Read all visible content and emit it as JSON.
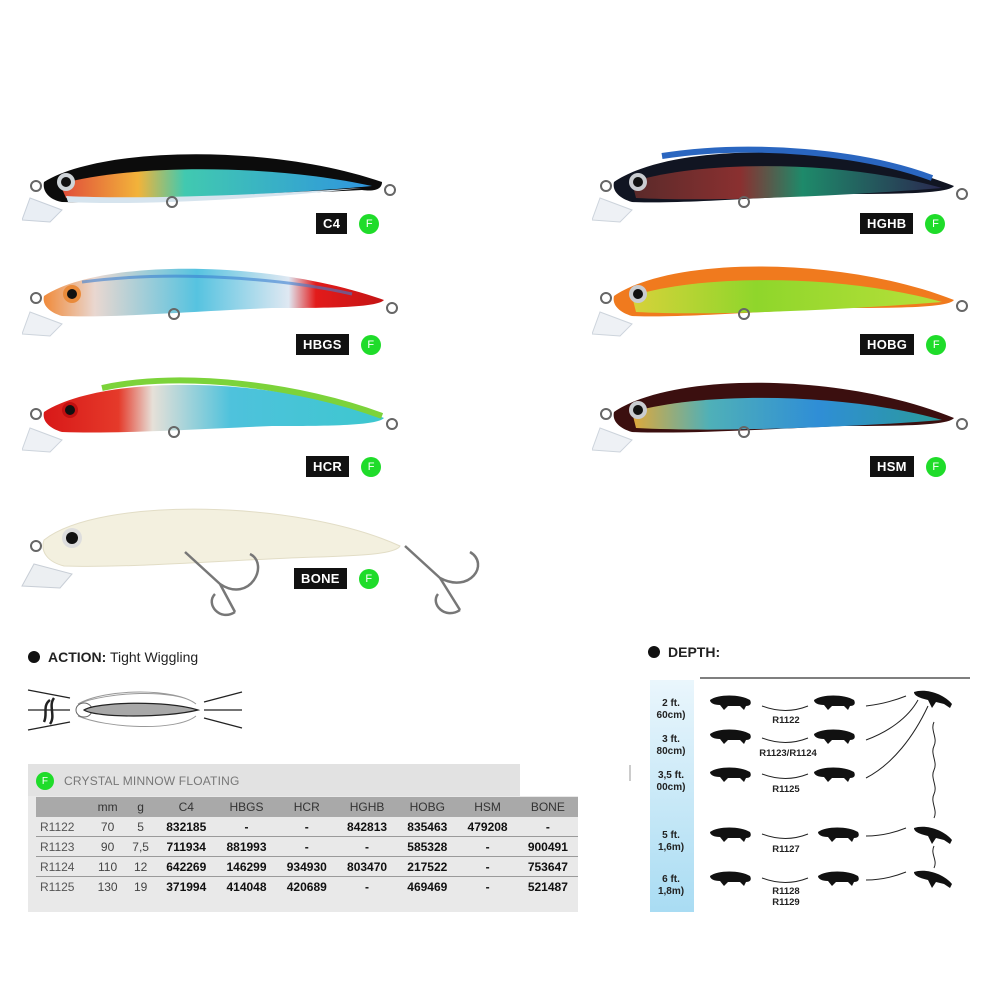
{
  "product": {
    "name": "CRYSTAL MINNOW FLOATING",
    "float_badge": "F",
    "accent_green": "#1fdc2a"
  },
  "colors": [
    {
      "code": "C4",
      "badge": "F",
      "body": [
        "#0c0c0c",
        "#3fa9e0",
        "#e04a3a"
      ],
      "belly": "#d6e4ee"
    },
    {
      "code": "HBGS",
      "badge": "F",
      "body": [
        "#c9d6e4",
        "#3bb6d9",
        "#e21b1b"
      ],
      "belly": "#eef1f6"
    },
    {
      "code": "HCR",
      "badge": "F",
      "body": [
        "#e21b1b",
        "#3bb6d9",
        "#7cd33a"
      ],
      "belly": "#eef1f6"
    },
    {
      "code": "BONE",
      "badge": "F",
      "body": [
        "#f2eed8",
        "#f5f2e2",
        "#ece7cc"
      ],
      "belly": "#f8f6ea"
    },
    {
      "code": "HGHB",
      "badge": "F",
      "body": [
        "#111522",
        "#1f5fae",
        "#7a2d2d"
      ],
      "belly": "#b9c0cf"
    },
    {
      "code": "HOBG",
      "badge": "F",
      "body": [
        "#f07a1e",
        "#8fd62b",
        "#c9e23a"
      ],
      "belly": "#e4f0a8"
    },
    {
      "code": "HSM",
      "badge": "F",
      "body": [
        "#3b0f0f",
        "#2f8ed6",
        "#d8b23a"
      ],
      "belly": "#c8d8e8"
    }
  ],
  "action": {
    "label": "ACTION:",
    "value": "Tight Wiggling"
  },
  "spec_table": {
    "title": "CRYSTAL MINNOW FLOATING",
    "headers": [
      "",
      "mm",
      "g",
      "C4",
      "HBGS",
      "HCR",
      "HGHB",
      "HOBG",
      "HSM",
      "BONE"
    ],
    "rows": [
      [
        "R1122",
        "70",
        "5",
        "832185",
        "-",
        "-",
        "842813",
        "835463",
        "479208",
        "-"
      ],
      [
        "R1123",
        "90",
        "7,5",
        "711934",
        "881993",
        "-",
        "-",
        "585328",
        "-",
        "900491"
      ],
      [
        "R1124",
        "110",
        "12",
        "642269",
        "146299",
        "934930",
        "803470",
        "217522",
        "-",
        "753647"
      ],
      [
        "R1125",
        "130",
        "19",
        "371994",
        "414048",
        "420689",
        "-",
        "469469",
        "-",
        "521487"
      ]
    ]
  },
  "depth": {
    "label": "DEPTH:",
    "levels": [
      {
        "ft": "2 ft.",
        "metric": "60cm)",
        "models": "R1122"
      },
      {
        "ft": "3 ft.",
        "metric": "80cm)",
        "models": "R1123/R1124"
      },
      {
        "ft": "3,5 ft.",
        "metric": "00cm)",
        "models": "R1125"
      },
      {
        "ft": "5 ft.",
        "metric": "1,6m)",
        "models": "R1127"
      },
      {
        "ft": "6 ft.",
        "metric": "1,8m)",
        "models": "R1128\nR1129"
      }
    ]
  }
}
